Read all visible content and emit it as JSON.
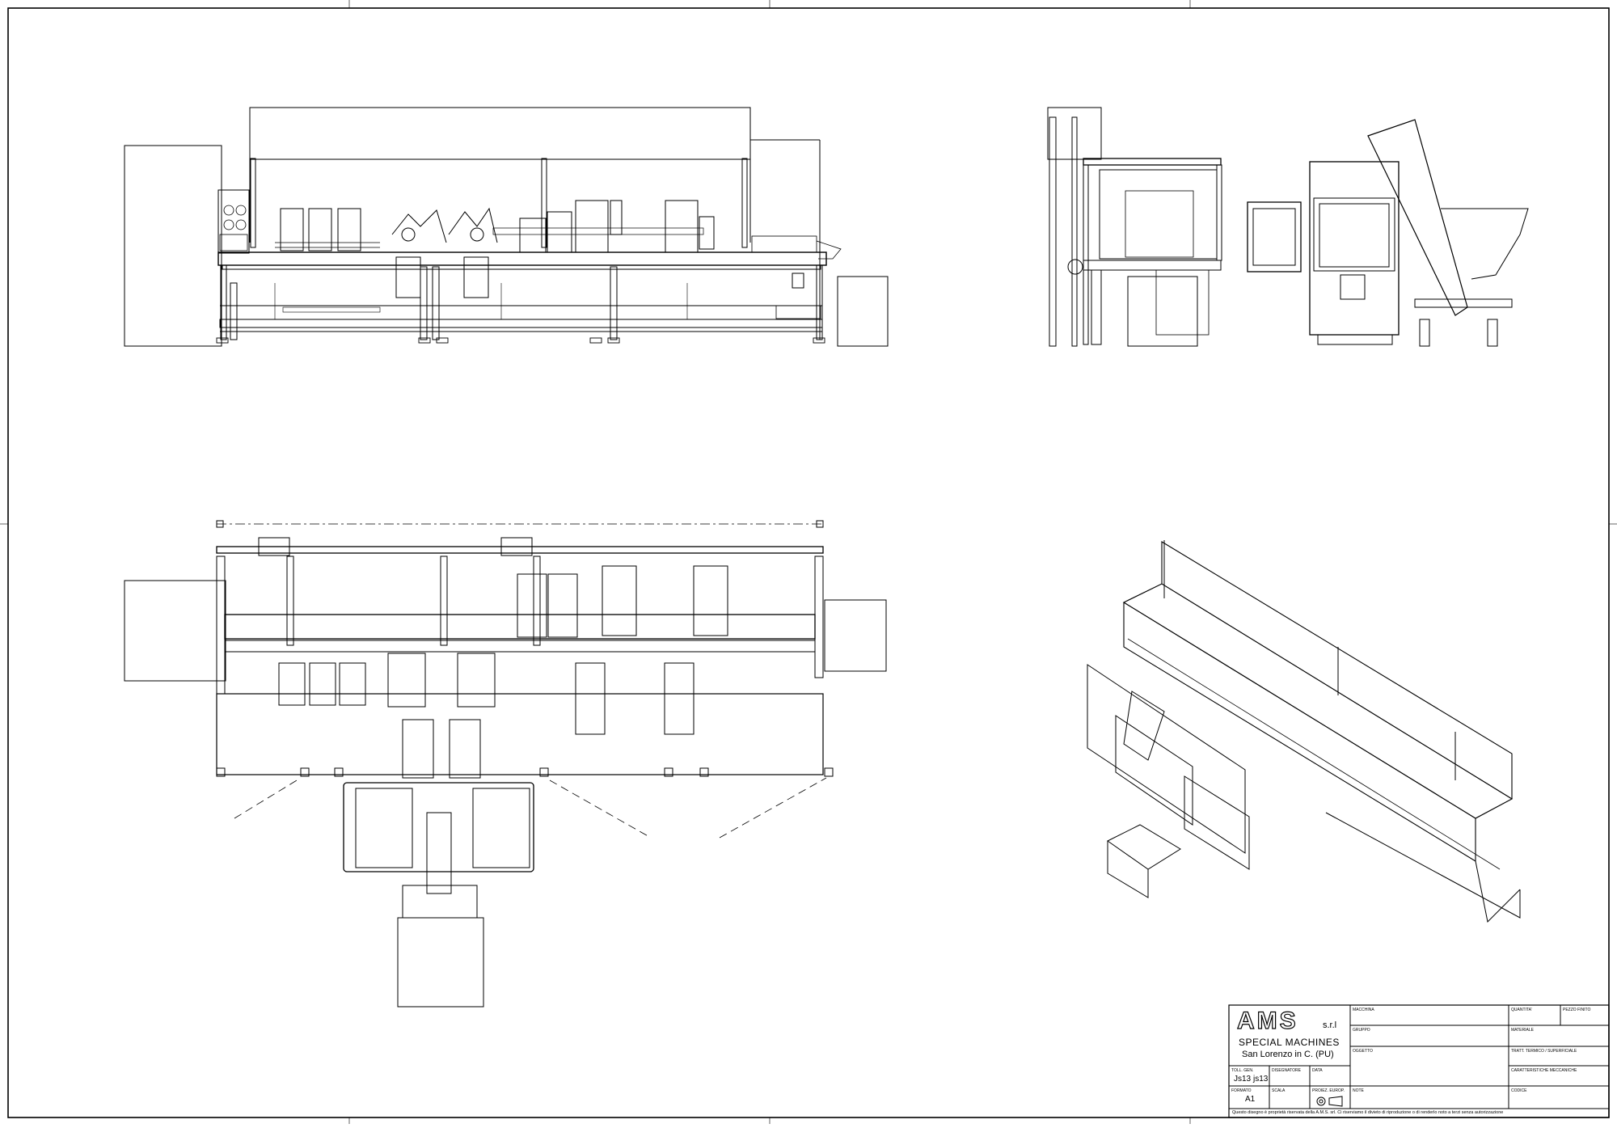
{
  "title_block": {
    "logo_text": "AMS",
    "logo_suffix": "s.r.l",
    "company": "SPECIAL MACHINES",
    "address": "San Lorenzo in C. (PU)",
    "fields": {
      "macchina": "MACCHINA",
      "gruppo": "GRUPPO",
      "oggetto": "OGGETTO",
      "quantita": "QUANTITA'",
      "pezzo_finito": "PEZZO FINITO",
      "materiale": "MATERIALE",
      "tratt": "TRATT. TERMICO / SUPERFICIALE",
      "caratteristiche": "CARATTERISTICHE MECCANICHE",
      "codice": "CODICE",
      "toll_gen": "TOLL. GEN.",
      "disegnatore": "DISEGNATORE",
      "data": "DATA",
      "formato": "FORMATO",
      "scala": "SCALA",
      "proiez": "PROIEZ. EUROP.",
      "note": "NOTE"
    },
    "values": {
      "toll_1": "Js13",
      "toll_2": "js13",
      "formato": "A1"
    },
    "footer": "Questo disegno è proprietà riservata della A.M.S. srl. Ci riserviamo il divieto di riproduzione o di renderlo noto a terzi senza autorizzazione"
  }
}
